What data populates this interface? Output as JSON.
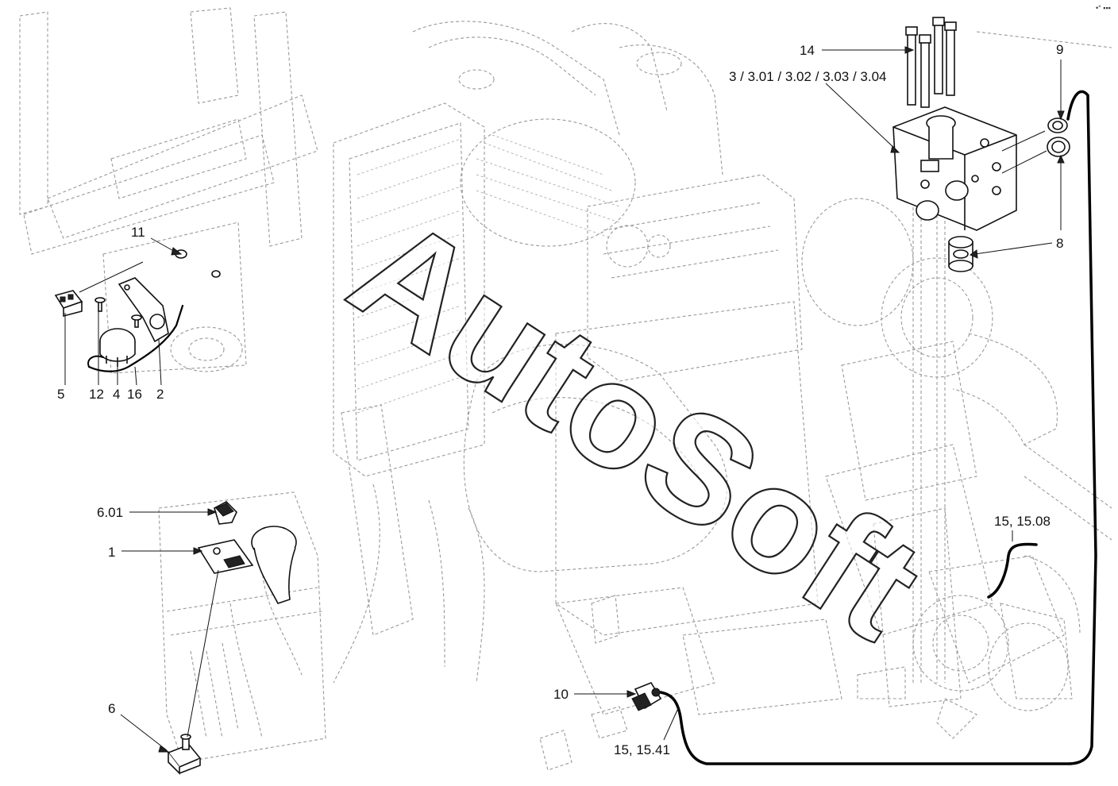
{
  "watermark": "AutoSoft",
  "corner_mark": "•° ▪▪▪",
  "callouts": {
    "c14": "14",
    "c3": "3 / 3.01 / 3.02 / 3.03 / 3.04",
    "c9": "9",
    "c8": "8",
    "c11": "11",
    "c5": "5",
    "c12": "12",
    "c4": "4",
    "c16": "16",
    "c2": "2",
    "c601": "6.01",
    "c1": "1",
    "c6": "6",
    "c10": "10",
    "c15_1541": "15, 15.41",
    "c15_1508": "15, 15.08"
  },
  "colors": {
    "line": "#111111",
    "ghost": "#9a9a9a",
    "background": "#ffffff"
  }
}
